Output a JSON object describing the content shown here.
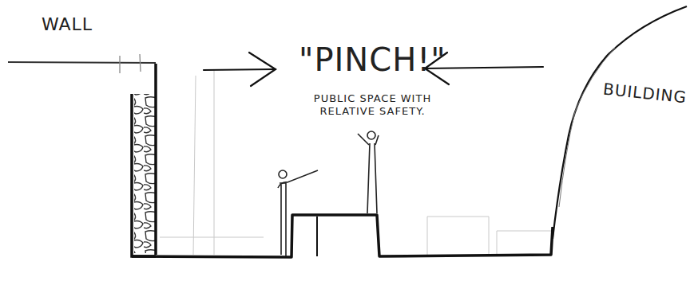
{
  "diagram": {
    "labels": [
      "WALL",
      "\"PINCH!\"",
      "PUBLIC SPACE WITH RELATIVE SAFETY.",
      "BUILDING"
    ]
  }
}
